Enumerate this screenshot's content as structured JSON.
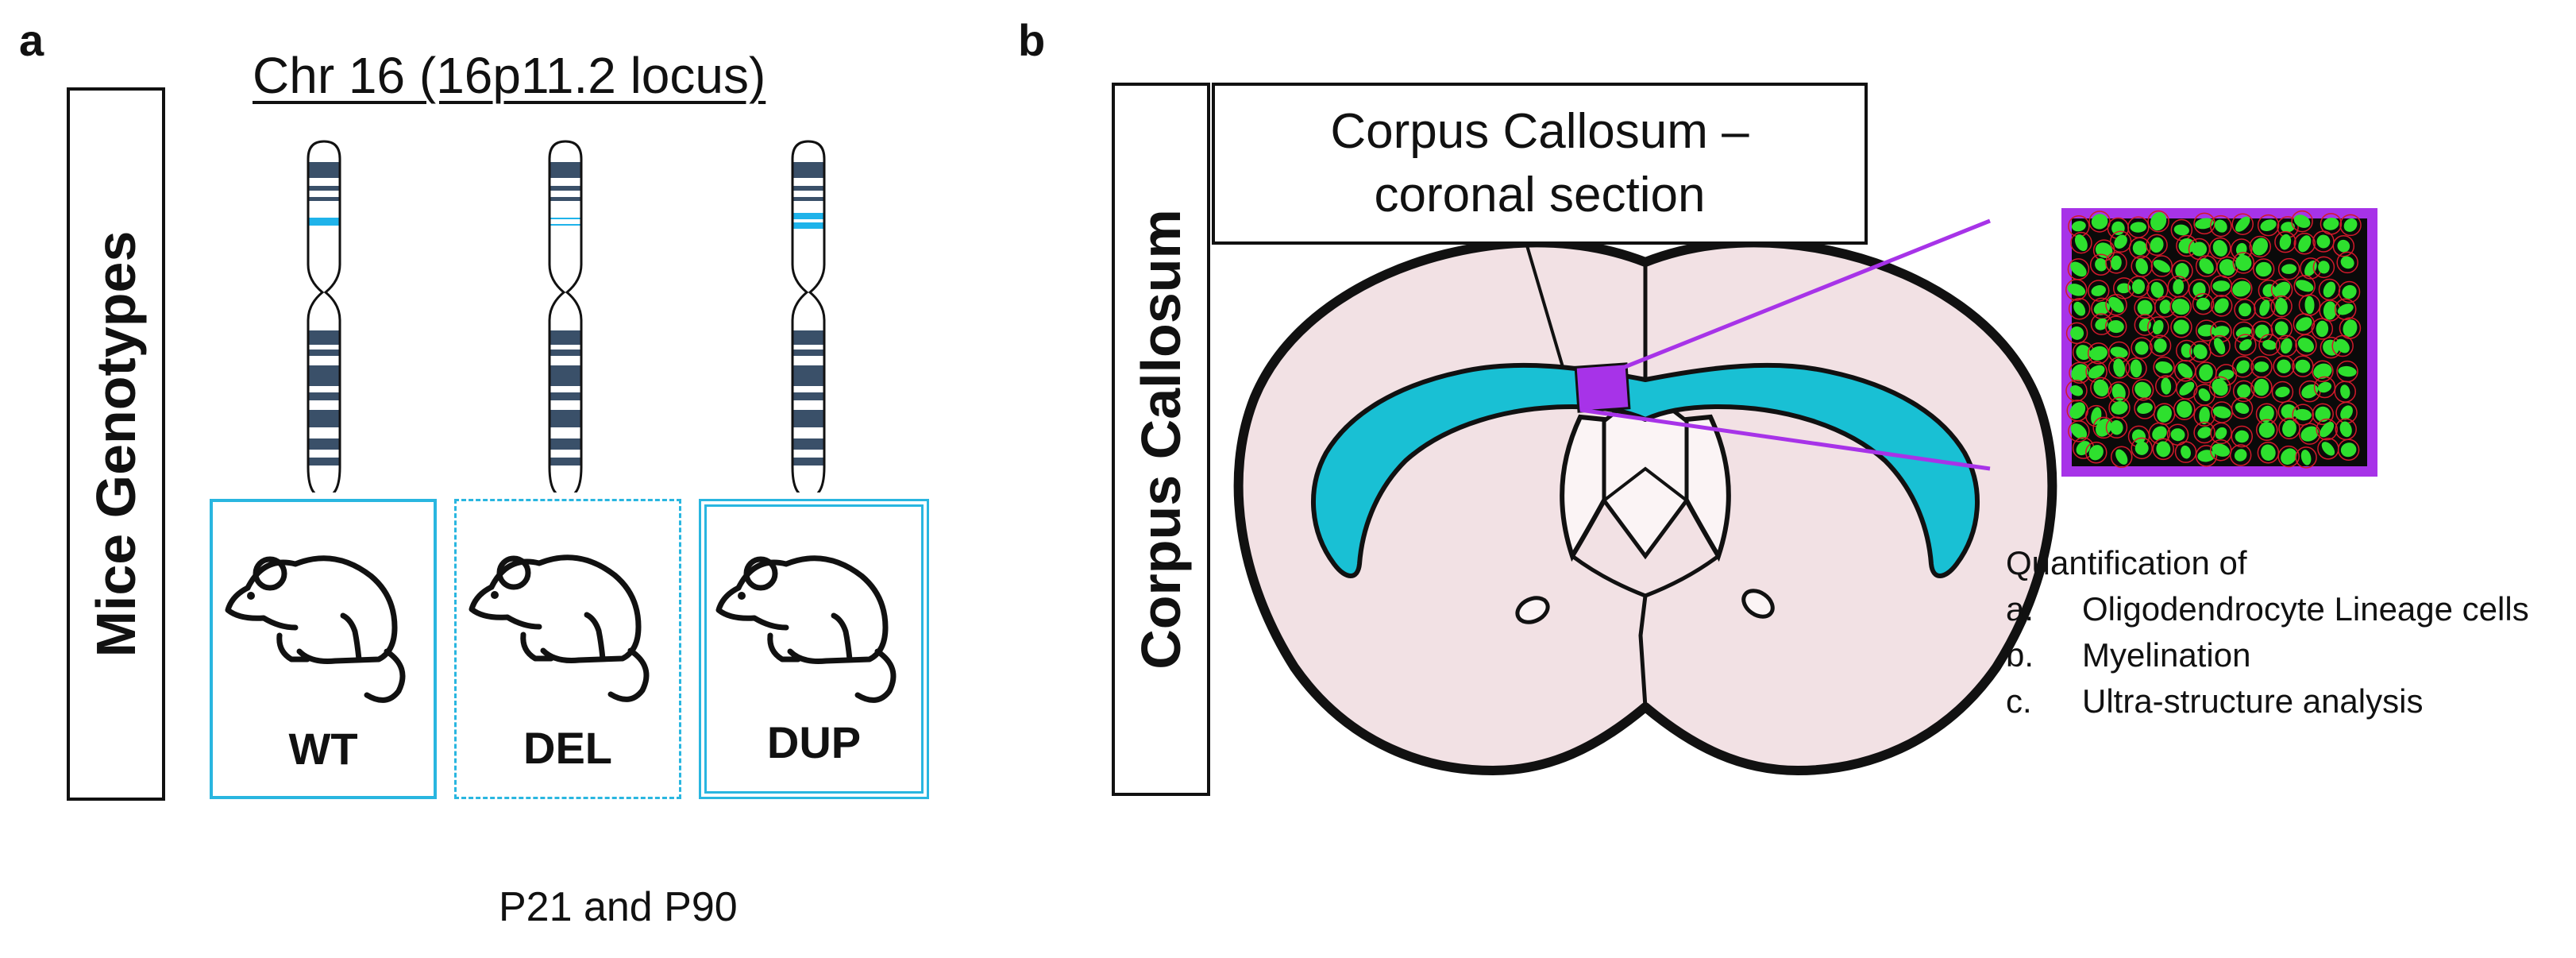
{
  "panel_a": {
    "letter": "a",
    "title": "Chr 16 (16p11.2 locus)",
    "side_label": "Mice Genotypes",
    "genotypes": [
      {
        "label": "WT",
        "border": "solid"
      },
      {
        "label": "DEL",
        "border": "dash-dot"
      },
      {
        "label": "DUP",
        "border": "double"
      }
    ],
    "caption": "P21 and P90"
  },
  "panel_b": {
    "letter": "b",
    "side_label": "Corpus Callosum",
    "callout_line1": "Corpus Callosum –",
    "callout_line2": "coronal section",
    "quantification": {
      "heading": "Quantification of",
      "items": [
        {
          "letter": "a.",
          "text": "Oligodendrocyte Lineage cells"
        },
        {
          "letter": "b.",
          "text": "Myelination"
        },
        {
          "letter": "c.",
          "text": "Ultra-structure analysis"
        }
      ]
    }
  },
  "colors": {
    "chromosome_band": "#3a5069",
    "locus_highlight": "#1fb3ea",
    "genotype_border": "#29b6e0",
    "brain_fill": "#f2e1e4",
    "corpus_callosum": "#19c0d4",
    "inset_border": "#a733e8",
    "cells": "#2ee02e",
    "membranes": "#d11a2a"
  }
}
